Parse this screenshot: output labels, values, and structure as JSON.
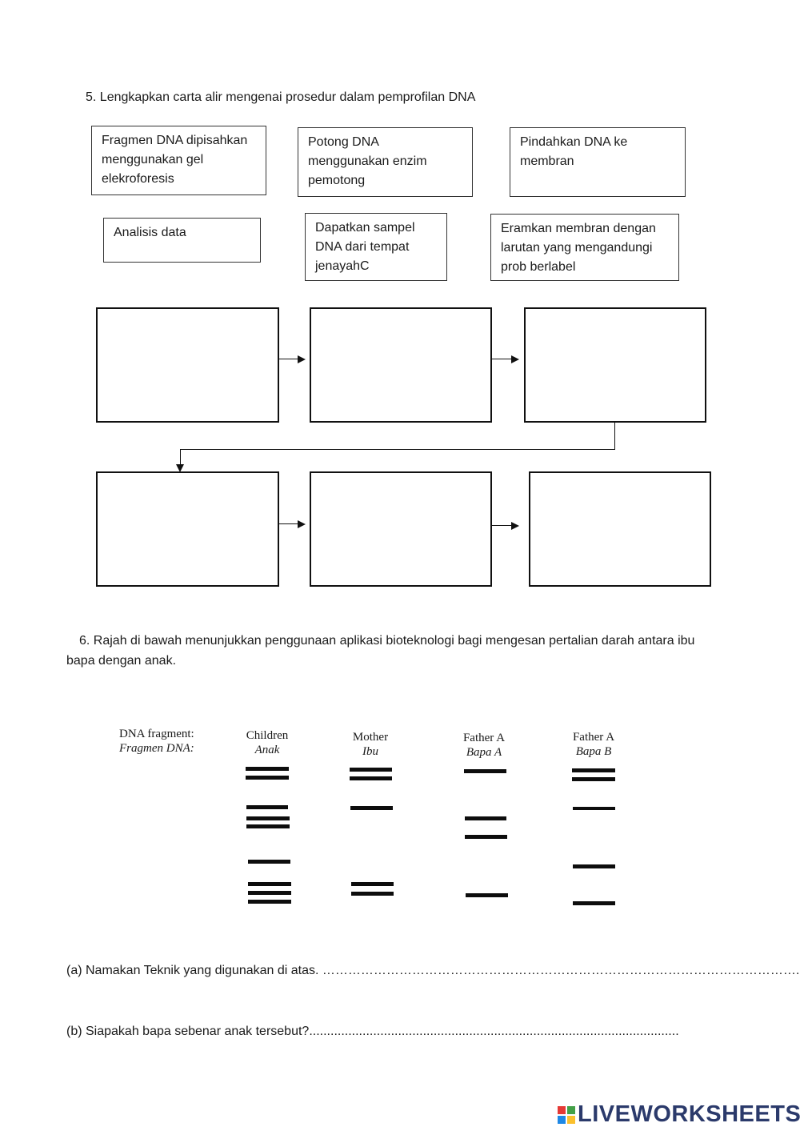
{
  "q5": {
    "title": "5. Lengkapkan carta alir mengenai prosedur dalam pemprofilan DNA",
    "options": [
      "Fragmen DNA dipisahkan menggunakan gel elekroforesis",
      "Potong DNA menggunakan enzim pemotong",
      "Pindahkan DNA ke membran",
      "Analisis data",
      "Dapatkan sampel DNA dari tempat jenayahC",
      "Eramkan membran dengan larutan yang mengandungi prob berlabel"
    ],
    "flow_boxes": [
      "",
      "",
      "",
      "",
      "",
      ""
    ]
  },
  "q6": {
    "intro_line1": "6.  Rajah di bawah menunjukkan penggunaan aplikasi bioteknologi bagi mengesan pertalian darah antara ibu",
    "intro_line2": "bapa dengan anak.",
    "gel": {
      "row_label_en": "DNA fragment:",
      "row_label_ms": "Fragmen DNA:",
      "lanes": [
        {
          "en": "Children",
          "ms": "Anak"
        },
        {
          "en": "Mother",
          "ms": "Ibu"
        },
        {
          "en": "Father A",
          "ms": "Bapa A"
        },
        {
          "en": "Father A",
          "ms": "Bapa B"
        }
      ]
    },
    "qa": "(a) Namakan Teknik yang digunakan di atas. ………………………………………………………………………………………………….",
    "qb": "(b) Siapakah bapa sebenar anak tersebut?........................................................................................................"
  },
  "footer": {
    "logo_text": "LIVEWORKSHEETS",
    "logo_colors": [
      "#e53935",
      "#43a047",
      "#1e88e5",
      "#fbc02d"
    ]
  }
}
